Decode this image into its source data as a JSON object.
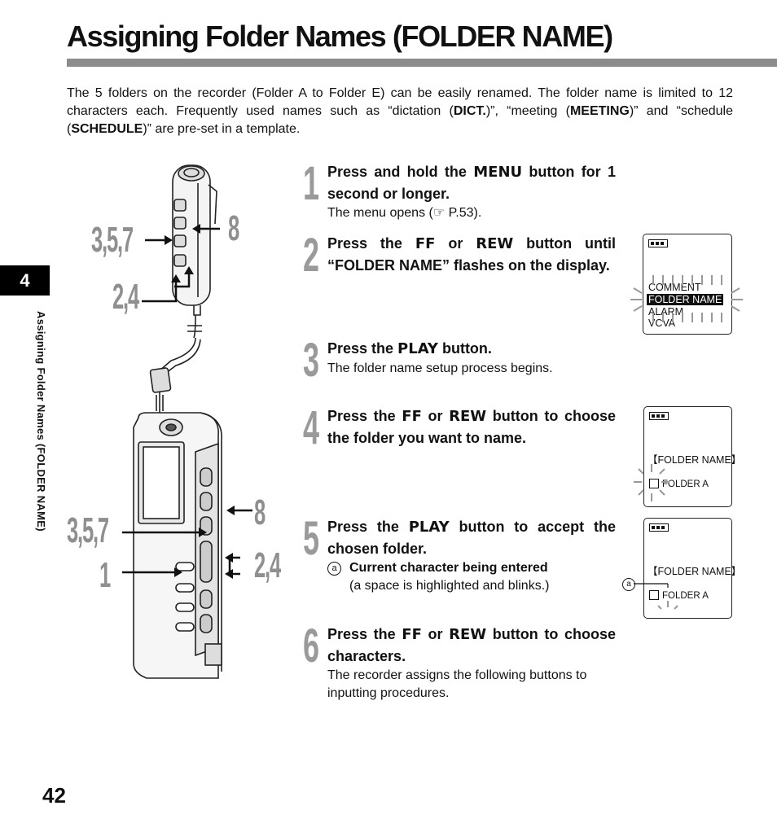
{
  "title": "Assigning Folder Names (FOLDER NAME)",
  "intro": {
    "p1": "The 5 folders on the recorder (Folder A to Folder E) can be easily renamed. The folder name is limited to 12 characters each. Frequently used names such as “dictation (",
    "b1": "DICT.",
    "p2": ")”, “meeting (",
    "b2": "MEETING",
    "p3": ")” and “schedule (",
    "b3": "SCHEDULE",
    "p4": ")” are pre-set in a template."
  },
  "side": {
    "tab": "4",
    "label": "Assigning Folder Names (FOLDER NAME)"
  },
  "page_number": "42",
  "callouts": {
    "top_357": "3,5,7",
    "top_8": "8",
    "top_24": "2,4",
    "bot_357": "3,5,7",
    "bot_8": "8",
    "bot_1": "1",
    "bot_24": "2,4"
  },
  "steps": [
    {
      "num": "1",
      "pre": "Press and hold the ",
      "kw": "MENU",
      "post": " button for 1 second or longer.",
      "note": "The menu opens (☞ P.53)."
    },
    {
      "num": "2",
      "pre": "Press the ",
      "kw": "FF",
      "mid": " or ",
      "kw2": "REW",
      "post": " button until “FOLDER NAME” flashes on the display."
    },
    {
      "num": "3",
      "pre": "Press the ",
      "kw": "PLAY",
      "post": " button.",
      "note": "The folder name setup process begins."
    },
    {
      "num": "4",
      "pre": "Press the ",
      "kw": "FF",
      "mid": " or ",
      "kw2": "REW",
      "post": " button to choose the folder you want to name."
    },
    {
      "num": "5",
      "pre": "Press the ",
      "kw": "PLAY",
      "post": " button to accept the chosen folder.",
      "sub_marker": "a",
      "sub_bold": "Current character being entered",
      "sub_note": "(a space is highlighted and blinks.)"
    },
    {
      "num": "6",
      "pre": "Press the ",
      "kw": "FF",
      "mid": " or ",
      "kw2": "REW",
      "post": " button to choose characters.",
      "note": "The recorder assigns the following buttons to inputting procedures."
    }
  ],
  "lcd1": {
    "items": [
      "COMMENT",
      "FOLDER NAME",
      "ALARM",
      "VCVA"
    ]
  },
  "lcd2": {
    "heading": "【FOLDER NAME】",
    "folder": "FOLDER A"
  },
  "lcd3": {
    "heading": "【FOLDER NAME】",
    "folder": "FOLDER A",
    "marker": "a"
  }
}
